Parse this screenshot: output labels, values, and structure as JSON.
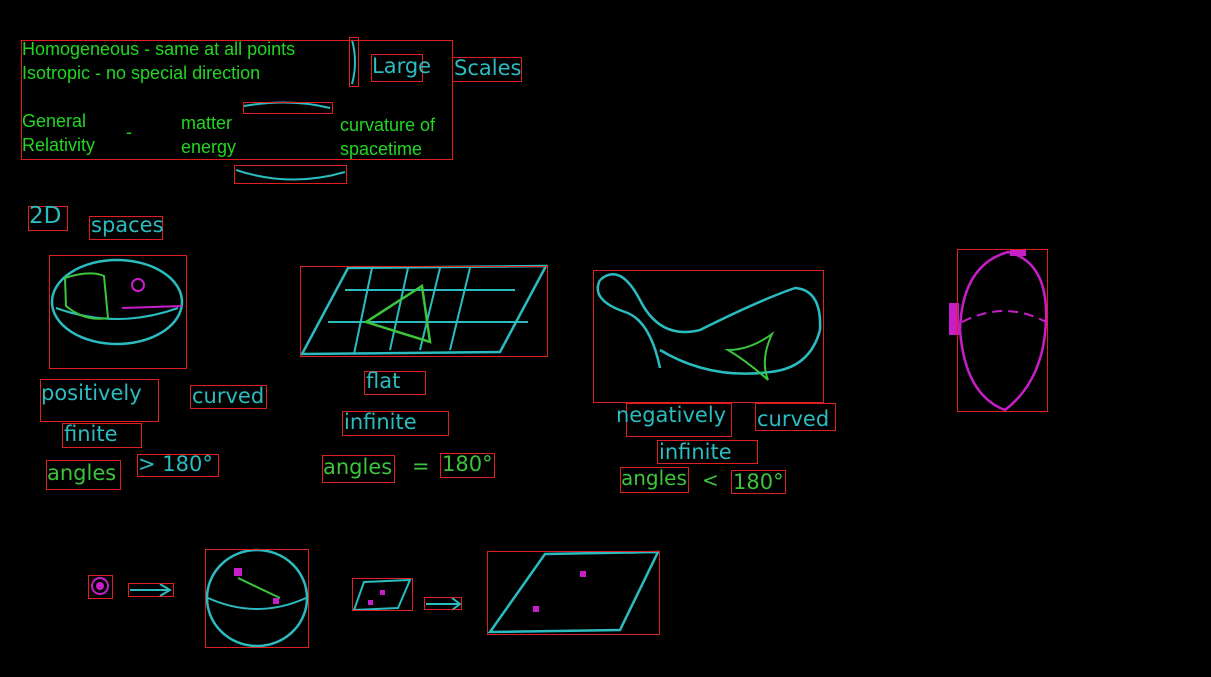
{
  "colors": {
    "background": "#000000",
    "typed_text": "#22d622",
    "ink_teal": "#2bbcc0",
    "ink_green": "#3cc43c",
    "ink_magenta": "#c81ec8",
    "selection_box": "#e02020"
  },
  "header": {
    "line1": "Homogeneous - same at all points",
    "line2": "Isotropic - no special direction",
    "large": "Large",
    "scales": "Scales"
  },
  "gr": {
    "general": "General",
    "relativity": "Relativity",
    "dash": "-",
    "matter": "matter",
    "energy": "energy",
    "curvature_of": "curvature of",
    "spacetime": "spacetime"
  },
  "spaces": {
    "two_d": "2D",
    "spaces": "spaces"
  },
  "sphere": {
    "positively": "positively",
    "curved": "curved",
    "finite": "finite",
    "angles": "angles",
    "relation": "> 180°"
  },
  "plane": {
    "flat": "flat",
    "infinite": "infinite",
    "angles": "angles",
    "equals": "=",
    "degrees": "180°"
  },
  "saddle": {
    "negatively": "negatively",
    "curved": "curved",
    "infinite": "infinite",
    "angles": "angles",
    "less": "<",
    "degrees": "180°"
  }
}
